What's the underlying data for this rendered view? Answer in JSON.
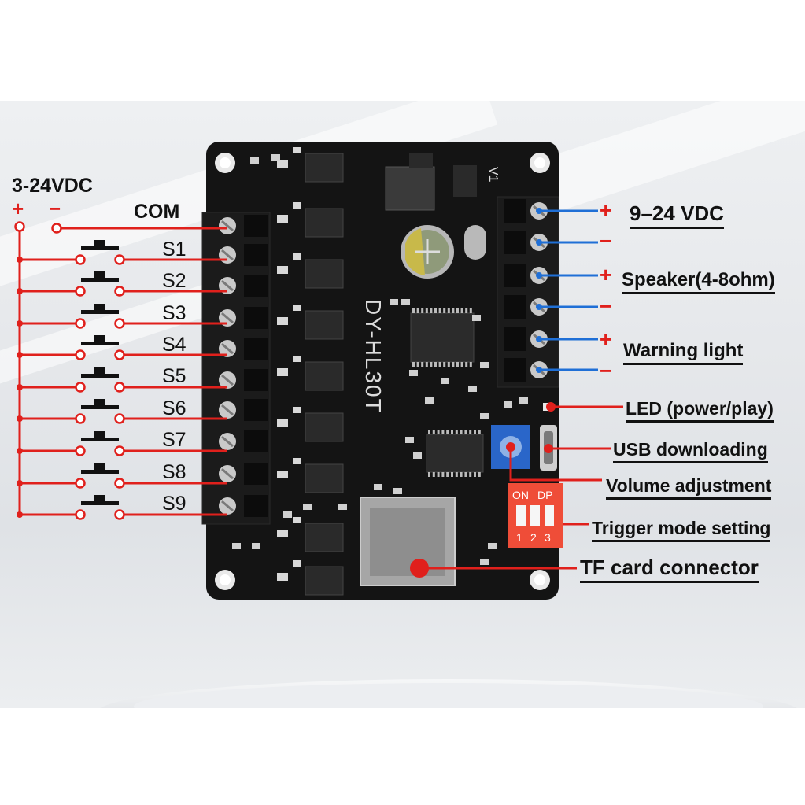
{
  "left": {
    "supply": "3-24VDC",
    "plus": "+",
    "minus": "−",
    "com": "COM",
    "switches": [
      "S1",
      "S2",
      "S3",
      "S4",
      "S5",
      "S6",
      "S7",
      "S8",
      "S9"
    ]
  },
  "board": {
    "model": "DY-HL30T",
    "version": "V1",
    "dip_on": "ON",
    "dip_dp": "DP",
    "dip_numbers": [
      "1",
      "2",
      "3"
    ]
  },
  "right": {
    "power": "9–24 VDC",
    "speaker": "Speaker(4-8ohm)",
    "warning": "Warning light",
    "led": "LED (power/play)",
    "usb": "USB downloading",
    "volume": "Volume adjustment",
    "trigger": "Trigger mode setting",
    "tf": "TF card connector",
    "plus": "+",
    "minus": "−"
  },
  "colors": {
    "red": "#e0201c",
    "blue": "#1f6fd6",
    "board": "#141414"
  }
}
